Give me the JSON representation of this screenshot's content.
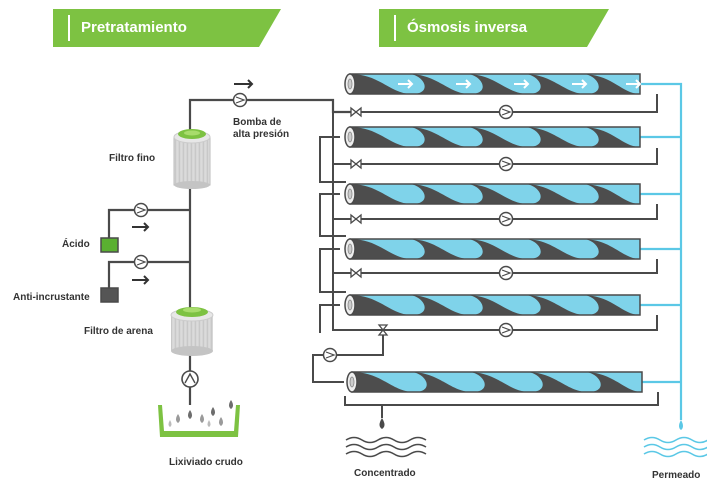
{
  "headers": {
    "pretreatment": "Pretratamiento",
    "reverse_osmosis": "Ósmosis inversa"
  },
  "labels": {
    "fine_filter": "Filtro fino",
    "pump_line1": "Bomba de",
    "pump_line2": "alta presión",
    "acid": "Ácido",
    "antiscalant": "Anti-incrustante",
    "sand_filter": "Filtro de arena",
    "raw_leachate": "Lixiviado crudo",
    "concentrate": "Concentrado",
    "permeate": "Permeado"
  },
  "colors": {
    "brand_green": "#7dc242",
    "pipe_gray": "#4a4a4a",
    "permeate_blue": "#5bc8e6",
    "membrane_blue": "#7fd3ea",
    "membrane_dark": "#4d4d4d",
    "chemical_green": "#5ab031",
    "chemical_dark": "#555555"
  },
  "icons": {
    "flow_arrow": "right-arrow-icon",
    "pump": "pump-icon",
    "valve": "valve-icon"
  }
}
